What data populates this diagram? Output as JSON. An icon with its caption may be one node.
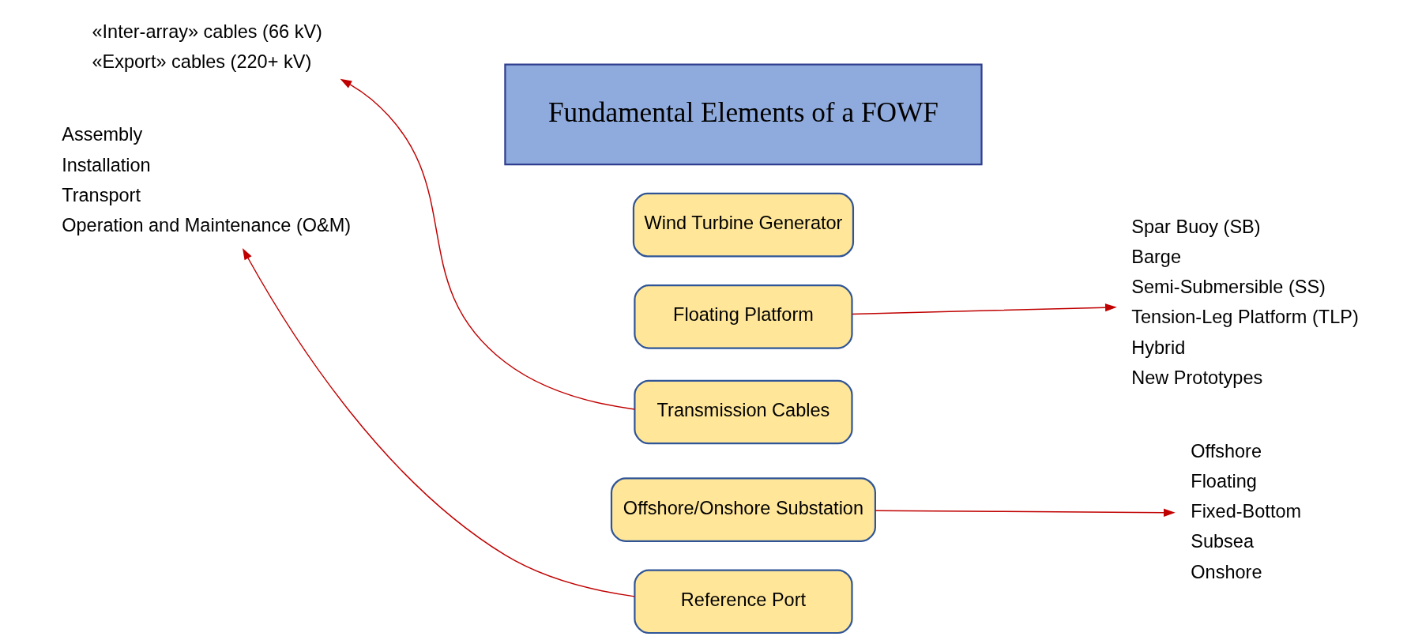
{
  "diagram": {
    "nodes": [
      {
        "text": [
          "Fundamental Elements of a FOWF"
        ]
      },
      {
        "text": [
          "Wind Turbine Generator"
        ]
      },
      {
        "text": [
          "Floating Platform"
        ]
      },
      {
        "text": [
          "Transmission Cables"
        ]
      },
      {
        "text": [
          "Offshore/Onshore Substation"
        ]
      },
      {
        "text": [
          "Reference Port"
        ]
      },
      {
        "text": [
          "«Inter-array» cables (66 kV)",
          "«Export» cables (220+ kV)"
        ]
      },
      {
        "text": [
          "Spar Buoy (SB)",
          "Barge",
          "Semi-Submersible (SS)",
          "Tension-Leg Platform (TLP)",
          "Hybrid",
          "New Prototypes"
        ]
      },
      {
        "text": [
          "Assembly",
          "Installation",
          "Transport",
          "Operation and Maintenance (O&M)"
        ]
      },
      {
        "text": [
          "Offshore",
          "Floating",
          "Fixed-Bottom",
          "Subsea",
          "Onshore"
        ]
      }
    ],
    "edges": [
      {
        "from": 2,
        "to": 7,
        "arrow": "to"
      },
      {
        "from": 3,
        "to": 6,
        "arrow": "to"
      },
      {
        "from": 4,
        "to": 9,
        "arrow": "to"
      },
      {
        "from": 5,
        "to": 8,
        "arrow": "to"
      }
    ]
  }
}
